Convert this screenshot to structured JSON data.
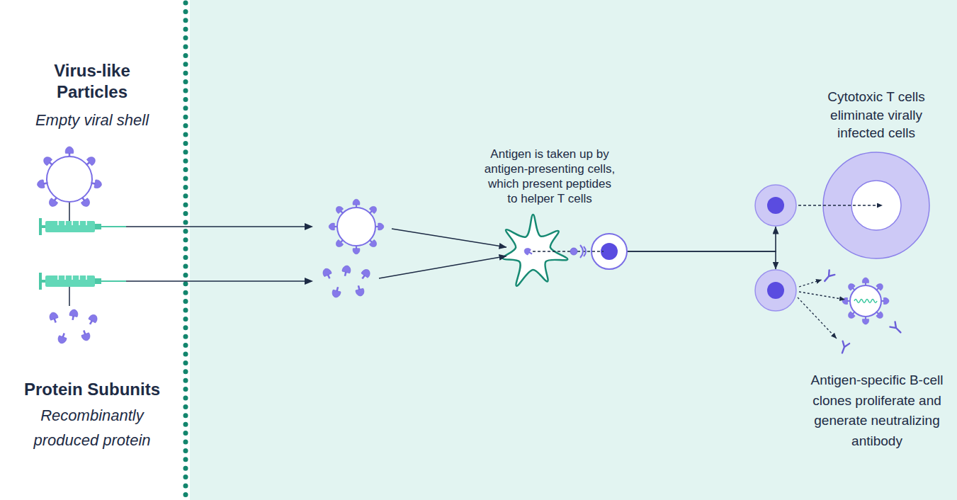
{
  "diagram": {
    "nodes": [
      {
        "text": [
          "Virus-like Particles",
          "Empty viral shell"
        ]
      },
      {
        "text": [
          "Protein Subunits",
          "Recombinantly produced protein"
        ]
      },
      {
        "text": [
          "Antigen is taken up by antigen-presenting cells, which present peptides to helper T cells"
        ]
      },
      {
        "text": [
          "Cytotoxic T cells eliminate virally infected cells"
        ]
      },
      {
        "text": [
          "Antigen-specific B-cell clones proliferate and generate neutralizing antibody"
        ]
      }
    ],
    "edges": [
      {
        "from": 0,
        "to": 2,
        "arrow": "to"
      },
      {
        "from": 1,
        "to": 2,
        "arrow": "to"
      },
      {
        "from": 2,
        "to": 3,
        "arrow": "to"
      },
      {
        "from": 2,
        "to": 4,
        "arrow": "to"
      }
    ]
  }
}
